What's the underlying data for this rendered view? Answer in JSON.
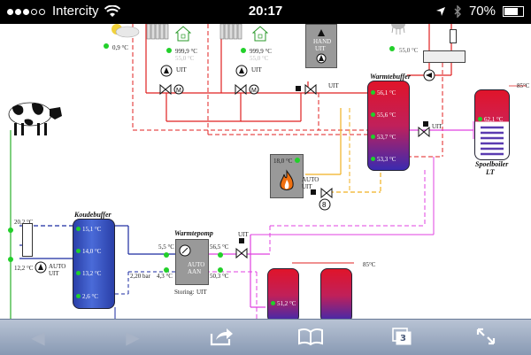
{
  "status_bar": {
    "carrier": "Intercity",
    "time": "20:17",
    "battery": "70%"
  },
  "diagram": {
    "outside_temp": "0,9 °C",
    "radiator1": {
      "setpoint": "999,9 °C",
      "actual": "55,0 °C",
      "pump": "UIT"
    },
    "radiator2": {
      "setpoint": "999,9 °C",
      "actual": "55,0 °C",
      "pump": "UIT"
    },
    "hand_box": {
      "label": "HAND",
      "state": "UIT"
    },
    "warmtebuffer": {
      "title": "Warmtebuffer",
      "temps": [
        "56,1 °C",
        "55,6 °C",
        "53,7 °C",
        "53,3 °C"
      ],
      "valve": "UIT"
    },
    "spoelboiler": {
      "title": "Spoelboiler",
      "subtitle": "LT",
      "temp": "62,1 °C",
      "limit": "85°C"
    },
    "boiler": {
      "temp": "18,0 °C",
      "mode": "AUTO",
      "state": "UIT"
    },
    "koudebuffer": {
      "title": "Koudebuffer",
      "temps": [
        "15,1 °C",
        "14,0 °C",
        "13,2 °C",
        "2,6 °C"
      ]
    },
    "source": {
      "top": "20,2 °C",
      "bottom": "12,2 °C",
      "pump_mode": "AUTO",
      "pump_state": "UIT"
    },
    "warmtepomp": {
      "title": "Warmtepomp",
      "in_top": "5,5 °C",
      "in_bottom": "4,3 °C",
      "out_top": "56,5 °C",
      "out_bottom": "50,3 °C",
      "mode": "AUTO",
      "state": "AAN",
      "fault_label": "Storing:",
      "fault_state": "UIT",
      "pressure": "2,20 bar",
      "valve": "UIT"
    },
    "lower_tank": {
      "temp": "51,2 °C",
      "limit": "85°C"
    }
  },
  "toolbar": {
    "back": "◀",
    "forward": "▶",
    "share": "share",
    "bookmarks": "bookmarks",
    "tabs_count": "3",
    "fullscreen": "fullscreen"
  }
}
